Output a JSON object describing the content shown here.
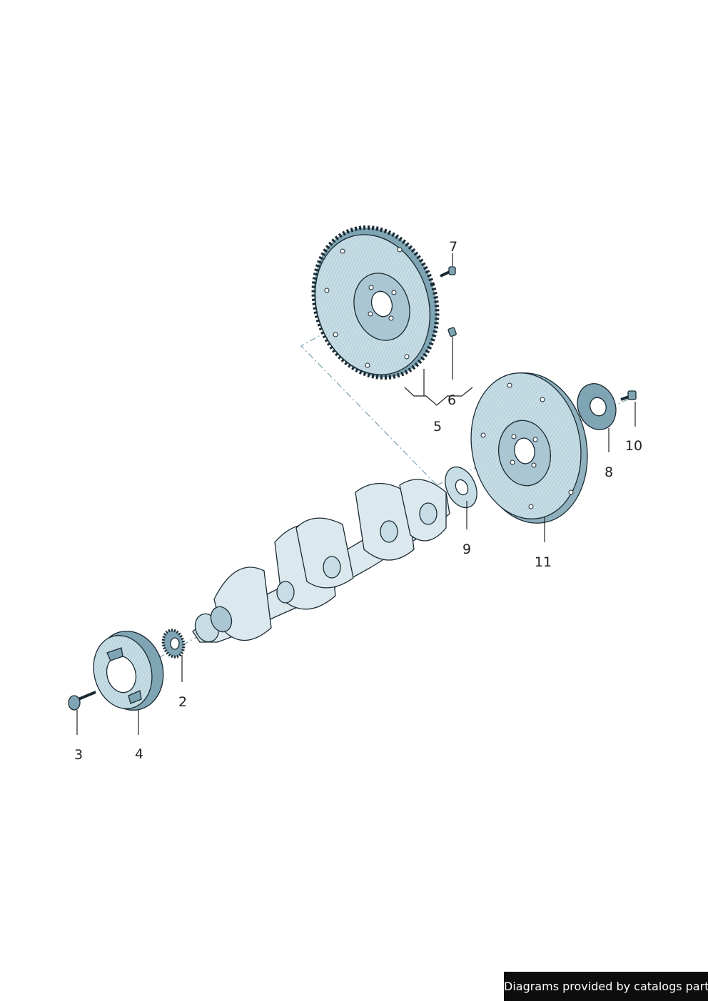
{
  "callouts": {
    "c2": "2",
    "c3": "3",
    "c4": "4",
    "c5": "5",
    "c6": "6",
    "c7": "7",
    "c8": "8",
    "c9": "9",
    "c10": "10",
    "c11": "11"
  },
  "footer": {
    "credit": "Diagrams provided by catalogs parts"
  },
  "colors": {
    "part_fill": "#c7dde5",
    "outline": "#1a2a33",
    "banner_bg": "#0d0d0d"
  }
}
